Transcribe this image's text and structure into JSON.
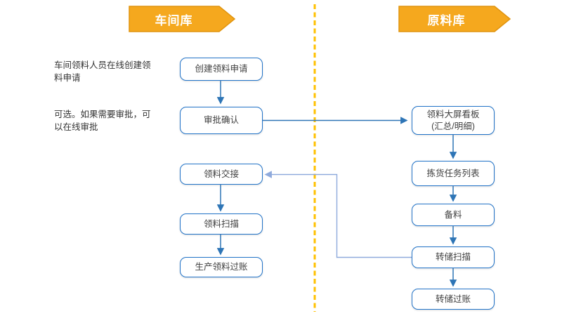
{
  "diagram": {
    "lanes": [
      {
        "title": "车间库"
      },
      {
        "title": "原料库"
      }
    ],
    "annotations": [
      {
        "text": "车间领料人员在线创建领\n料申请"
      },
      {
        "text": "可选。如果需要审批，可\n以在线审批"
      }
    ],
    "nodes": {
      "workshop": [
        {
          "label": "创建领料申请"
        },
        {
          "label": "审批确认"
        },
        {
          "label": "领料交接"
        },
        {
          "label": "领料扫描"
        },
        {
          "label": "生产领料过账"
        }
      ],
      "raw_material": [
        {
          "label": "领料大屏看板\n(汇总/明细)"
        },
        {
          "label": "拣货任务列表"
        },
        {
          "label": "备料"
        },
        {
          "label": "转储扫描"
        },
        {
          "label": "转储过账"
        }
      ]
    },
    "colors": {
      "lane_header_fill": "#F5A81E",
      "lane_header_stroke": "#E0940F",
      "lane_header_text": "#FFFFFF",
      "node_border": "#2173C8",
      "connector_primary": "#2E75B6",
      "connector_secondary": "#8FAADC",
      "divider": "#FFC000"
    }
  }
}
